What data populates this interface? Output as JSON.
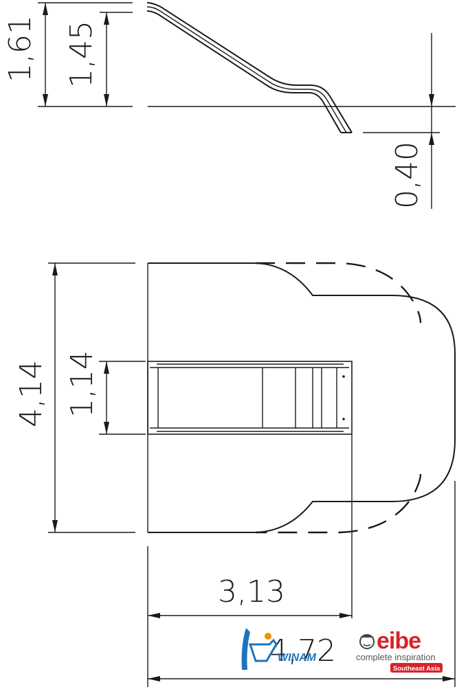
{
  "side_view": {
    "dim_total_height": "1,61",
    "dim_platform_height": "1,45",
    "dim_depth_below": "0,40"
  },
  "plan_view": {
    "dim_overall_width": "4,14",
    "dim_slide_width": "1,14",
    "dim_length_inner": "3,13",
    "dim_length_overall": "4,72"
  },
  "logos": {
    "winam_text": "WINAM",
    "eibe_name": "eibe",
    "eibe_tagline": "complete inspiration",
    "eibe_region": "Southeast Asia",
    "brand_red": "#d8232a",
    "winam_blue": "#1e73be",
    "winam_orange": "#f39200"
  }
}
